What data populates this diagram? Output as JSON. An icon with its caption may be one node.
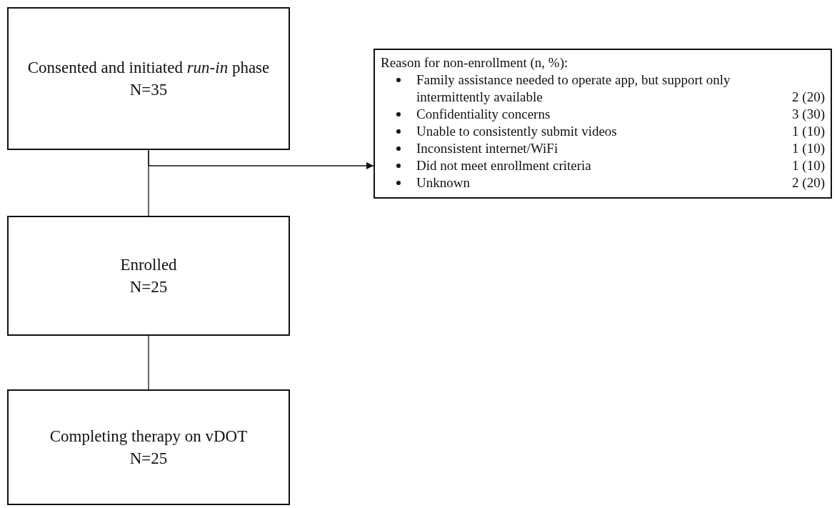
{
  "diagram": {
    "nodes": [
      {
        "text": [
          "Consented and initiated *run-in* phase",
          "N=35"
        ]
      },
      {
        "text": [
          "Enrolled",
          "N=25"
        ]
      },
      {
        "text": [
          "Completing therapy on vDOT",
          "N=25"
        ]
      },
      {
        "text": [
          "Reason for non-enrollment (n, %):",
          "Family assistance needed to operate app, but support only intermittently available",
          "2 (20)",
          "Confidentiality concerns",
          "3 (30)",
          "Unable to consistently submit videos",
          "1 (10)",
          "Inconsistent internet/WiFi",
          "1 (10)",
          "Did not meet enrollment criteria",
          "1 (10)",
          "Unknown",
          "2 (20)"
        ]
      }
    ],
    "edges": [
      {
        "from": 0,
        "to": 1,
        "arrow": "none"
      },
      {
        "from": 0,
        "to": 3,
        "arrow": "to"
      },
      {
        "from": 1,
        "to": 2,
        "arrow": "none"
      }
    ]
  }
}
